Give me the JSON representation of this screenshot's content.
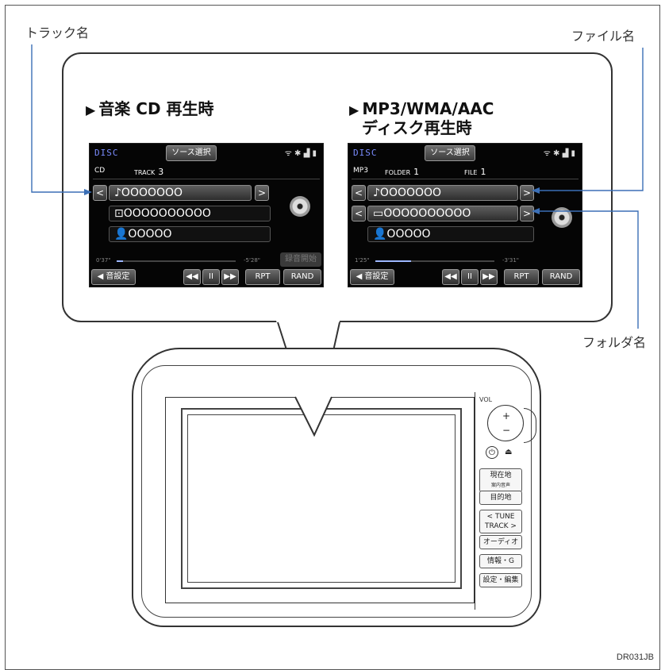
{
  "labels": {
    "track_name": "トラック名",
    "file_name": "ファイル名",
    "folder_name": "フォルダ名",
    "figure_code": "DR031JB"
  },
  "sections": {
    "cd_title": "音楽 CD 再生時",
    "mp3_title_line1": "MP3/WMA/AAC",
    "mp3_title_line2": "ディスク再生時"
  },
  "cd_screen": {
    "disc_label": "DISC",
    "source_button": "ソース選択",
    "status_icons": "ᯤ ✱ ▟ ▮",
    "media_type": "CD",
    "track_label": "TRACK",
    "track_number": "3",
    "prev_button": "<",
    "next_button": ">",
    "track_name": "♪OOOOOOO",
    "album_name": "⊡OOOOOOOOOO",
    "artist_name": "👤OOOOO",
    "elapsed": "0'37\"",
    "remaining": "-5'28\"",
    "record_button": "録音開始",
    "sound_settings": "◀ 音設定",
    "rewind": "◀◀",
    "pause": "II",
    "ffwd": "▶▶",
    "rpt": "RPT",
    "rand": "RAND",
    "progress_fraction": 0.05
  },
  "mp3_screen": {
    "disc_label": "DISC",
    "source_button": "ソース選択",
    "status_icons": "ᯤ ✱ ▟ ▮",
    "media_type": "MP3",
    "folder_label": "FOLDER",
    "folder_number": "1",
    "file_label": "FILE",
    "file_number": "1",
    "prev_button": "<",
    "next_button": ">",
    "file_name": "♪OOOOOOO",
    "folder_name": "▭OOOOOOOOOO",
    "artist_name": "👤OOOOO",
    "elapsed": "1'25\"",
    "remaining": "-3'31\"",
    "sound_settings": "◀ 音設定",
    "rewind": "◀◀",
    "pause": "II",
    "ffwd": "▶▶",
    "rpt": "RPT",
    "rand": "RAND",
    "progress_fraction": 0.3
  },
  "device": {
    "vol_label": "VOL",
    "vol_plus": "+",
    "vol_minus": "−",
    "power": "⏻",
    "eject": "⏏",
    "btn_current_location": "現在地",
    "btn_current_location_sub": "案内音声",
    "btn_destination": "目的地",
    "btn_tune_track": "< TUNE TRACK >",
    "btn_audio": "オーディオ",
    "btn_info": "情報・G",
    "btn_settings": "設定・編集"
  }
}
